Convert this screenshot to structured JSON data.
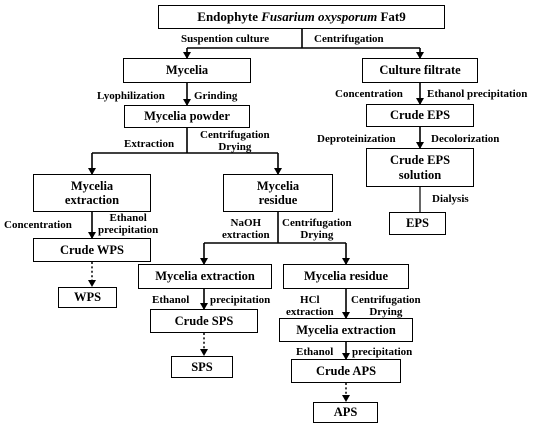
{
  "boxes": {
    "root": {
      "pre": "Endophyte ",
      "italic": "Fusarium oxysporum",
      "post": " Fat9"
    },
    "mycelia": "Mycelia",
    "culture_filtrate": "Culture filtrate",
    "mycelia_powder": "Mycelia powder",
    "crude_eps": "Crude EPS",
    "crude_eps_solution": [
      "Crude EPS",
      "solution"
    ],
    "eps": "EPS",
    "mycelia_extraction_1": [
      "Mycelia",
      "extraction"
    ],
    "mycelia_residue_1": [
      "Mycelia",
      "residue"
    ],
    "crude_wps": "Crude WPS",
    "wps": "WPS",
    "mycelia_extraction_2": "Mycelia extraction",
    "mycelia_residue_2": "Mycelia residue",
    "crude_sps": "Crude SPS",
    "sps": "SPS",
    "mycelia_extraction_3": "Mycelia extraction",
    "crude_aps": "Crude APS",
    "aps": "APS"
  },
  "labels": {
    "suspention_culture": "Suspention culture",
    "centrifugation_top": "Centrifugation",
    "lyophilization": "Lyophilization",
    "grinding": "Grinding",
    "concentration_eps": "Concentration",
    "ethanol_precipitation_eps": "Ethanol precipitation",
    "extraction": "Extraction",
    "centrifugation_drying_1": [
      "Centrifugation",
      "Drying"
    ],
    "deproteinization": "Deproteinization",
    "decolorization": "Decolorization",
    "dialysis": "Dialysis",
    "concentration_wps": "Concentration",
    "ethanol_precipitation_wps": [
      "Ethanol",
      "precipitation"
    ],
    "naoh_extraction": [
      "NaOH",
      "extraction"
    ],
    "centrifugation_drying_2": [
      "Centrifugation",
      "Drying"
    ],
    "ethanol_sps": "Ethanol",
    "precipitation_sps": "precipitation",
    "hcl_extraction": [
      "HCl",
      "extraction"
    ],
    "centrifugation_drying_3": [
      "Centrifugation",
      "Drying"
    ],
    "ethanol_aps": "Ethanol",
    "precipitation_aps": "precipitation"
  }
}
